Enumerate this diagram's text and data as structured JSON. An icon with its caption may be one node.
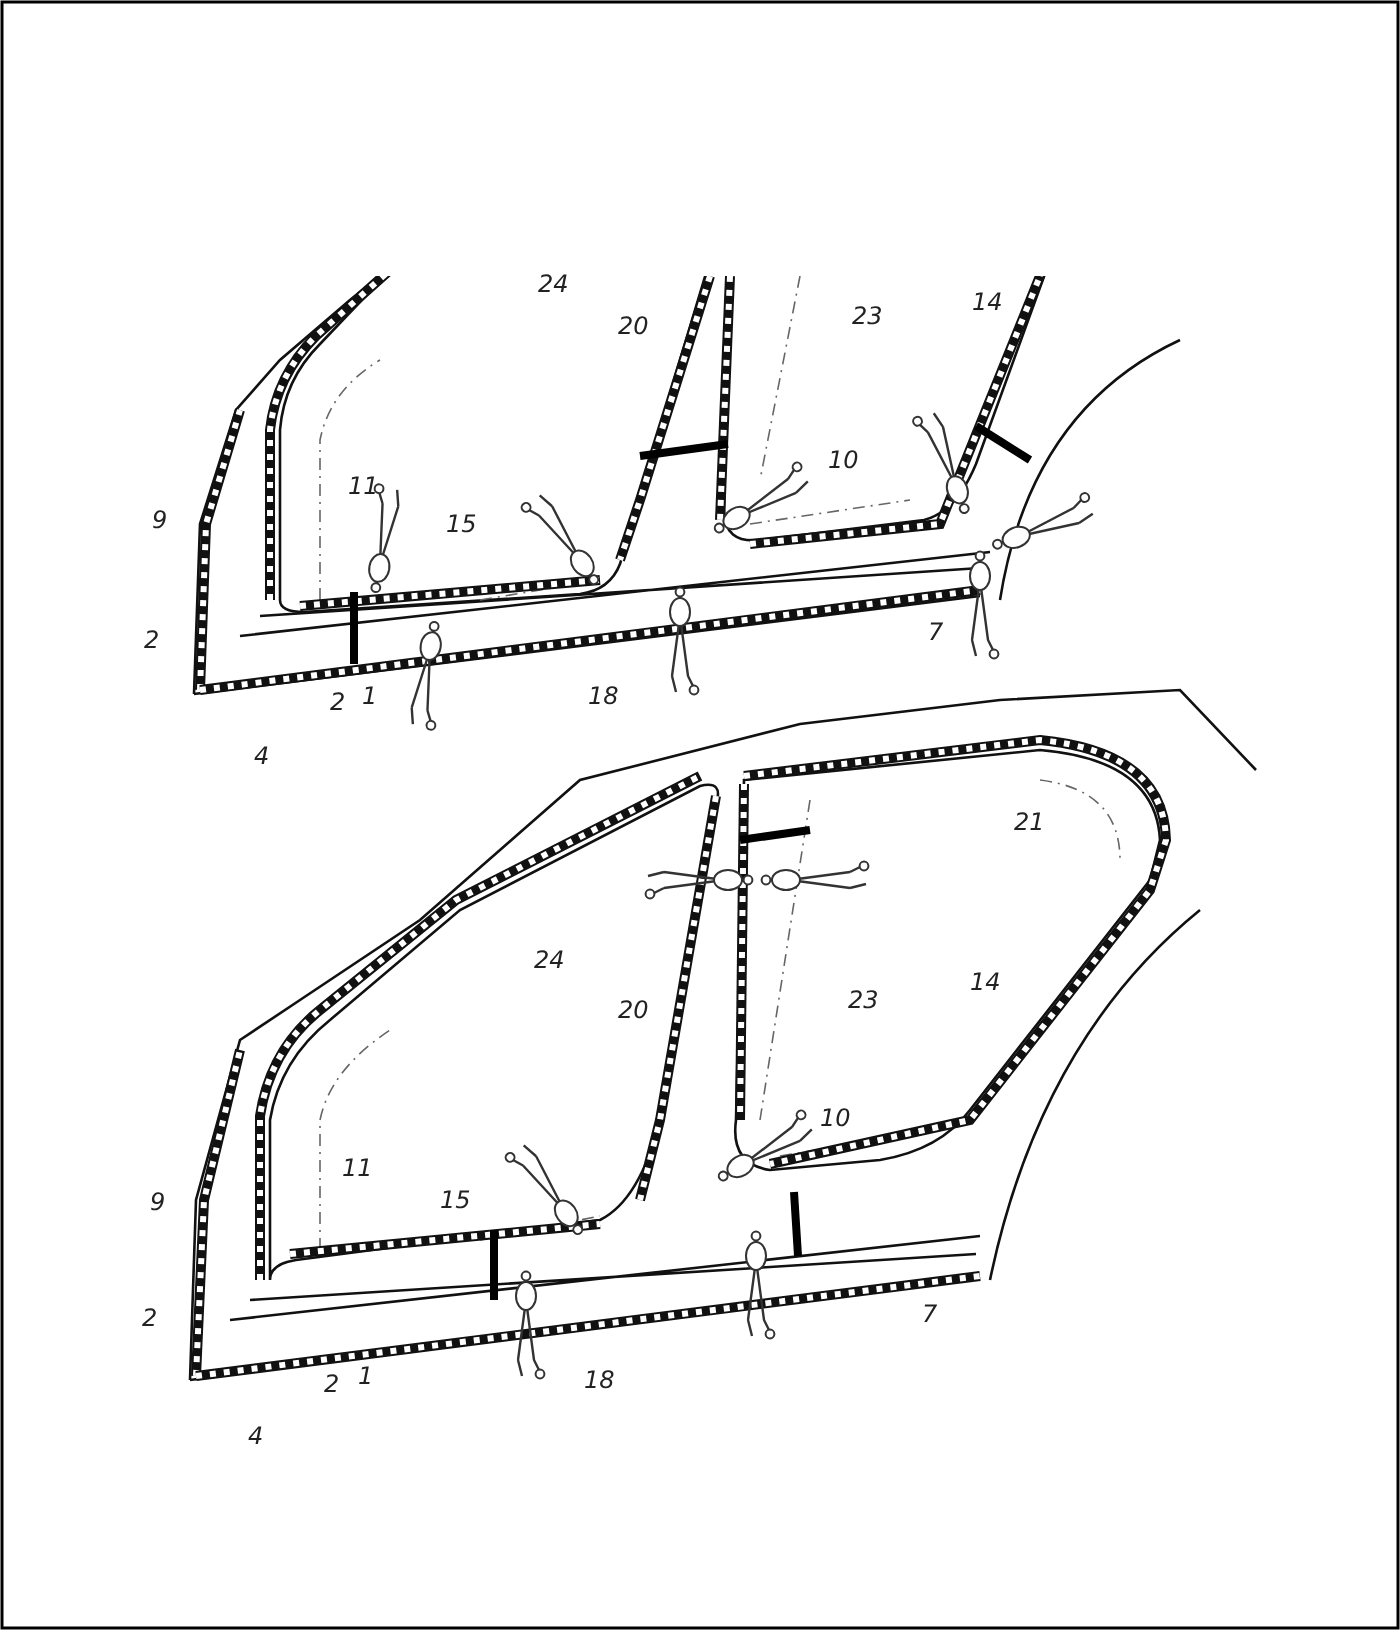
{
  "diagram": {
    "labels": [
      "24",
      "20",
      "23",
      "14",
      "10",
      "11",
      "9",
      "15",
      "7",
      "2",
      "2",
      "1",
      "18",
      "4",
      "21",
      "24",
      "20",
      "23",
      "14",
      "10",
      "11",
      "9",
      "15",
      "2",
      "7",
      "2",
      "1",
      "18",
      "4"
    ]
  }
}
